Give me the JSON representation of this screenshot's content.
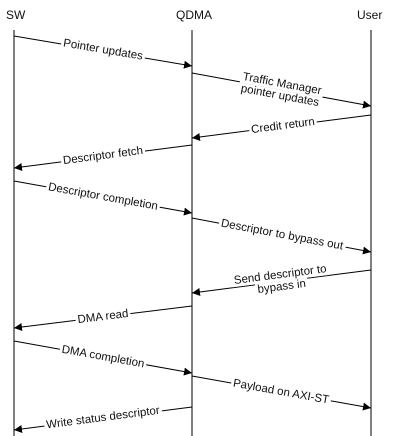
{
  "lanes": {
    "sw": "SW",
    "qdma": "QDMA",
    "user": "User"
  },
  "messages": [
    {
      "id": "m1",
      "from": "sw",
      "to": "qdma",
      "lines": [
        "Pointer updates"
      ]
    },
    {
      "id": "m2",
      "from": "qdma",
      "to": "user",
      "lines": [
        "Traffic Manager",
        "pointer updates"
      ]
    },
    {
      "id": "m3",
      "from": "user",
      "to": "qdma",
      "lines": [
        "Credit return"
      ]
    },
    {
      "id": "m4",
      "from": "qdma",
      "to": "sw",
      "lines": [
        "Descriptor fetch"
      ]
    },
    {
      "id": "m5",
      "from": "sw",
      "to": "qdma",
      "lines": [
        "Descriptor completion"
      ]
    },
    {
      "id": "m6",
      "from": "qdma",
      "to": "user",
      "lines": [
        "Descriptor to bypass out"
      ]
    },
    {
      "id": "m7",
      "from": "user",
      "to": "qdma",
      "lines": [
        "Send descriptor to",
        "bypass in"
      ]
    },
    {
      "id": "m8",
      "from": "qdma",
      "to": "sw",
      "lines": [
        "DMA read"
      ]
    },
    {
      "id": "m9",
      "from": "sw",
      "to": "qdma",
      "lines": [
        "DMA completion"
      ]
    },
    {
      "id": "m10",
      "from": "qdma",
      "to": "user",
      "lines": [
        "Payload on AXI-ST"
      ]
    },
    {
      "id": "m11",
      "from": "qdma",
      "to": "sw",
      "lines": [
        "Write status descriptor"
      ]
    }
  ]
}
